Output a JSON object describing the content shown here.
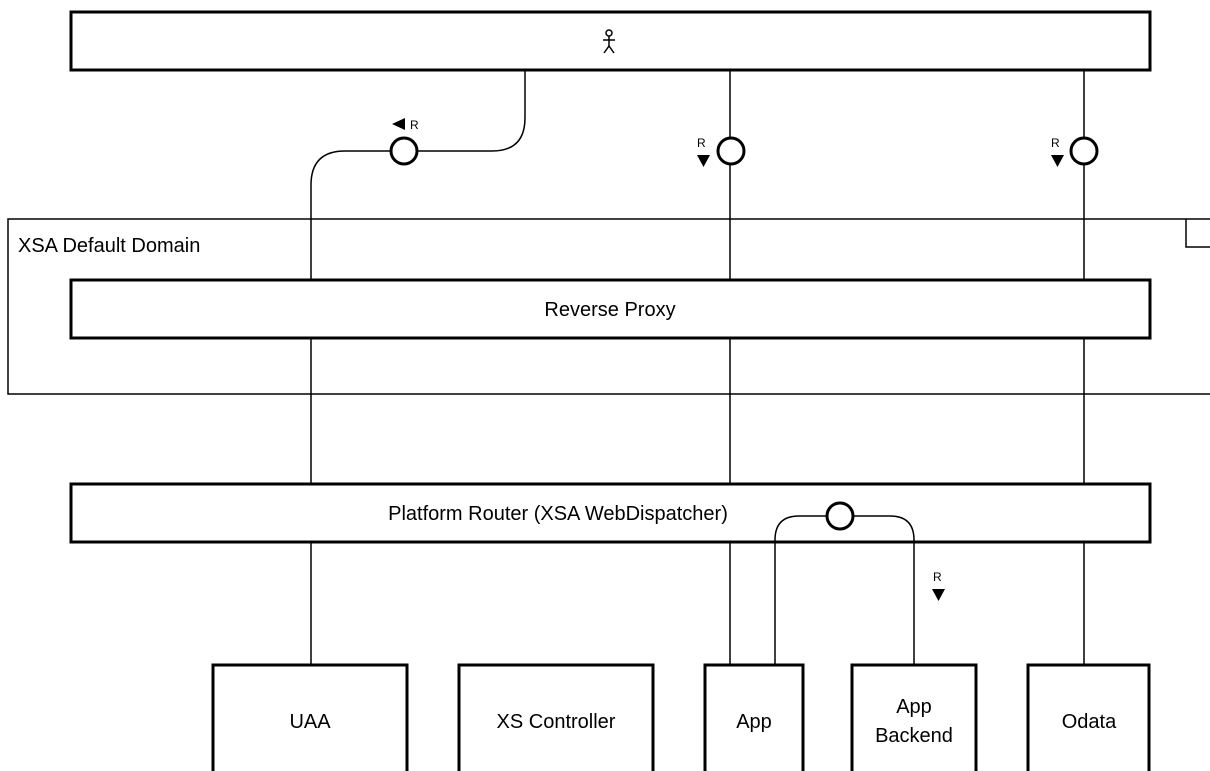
{
  "domain_label": "XSA Default Domain",
  "actor": {
    "icon": "stick-figure-icon"
  },
  "components": {
    "reverse_proxy": "Reverse Proxy",
    "platform_router": "Platform Router (XSA WebDispatcher)",
    "uaa": "UAA",
    "xs_controller": "XS Controller",
    "app": "App",
    "app_backend_line1": "App",
    "app_backend_line2": "Backend",
    "odata": "Odata"
  },
  "request_marker": "R",
  "colors": {
    "line": "#000000",
    "background": "#ffffff"
  }
}
